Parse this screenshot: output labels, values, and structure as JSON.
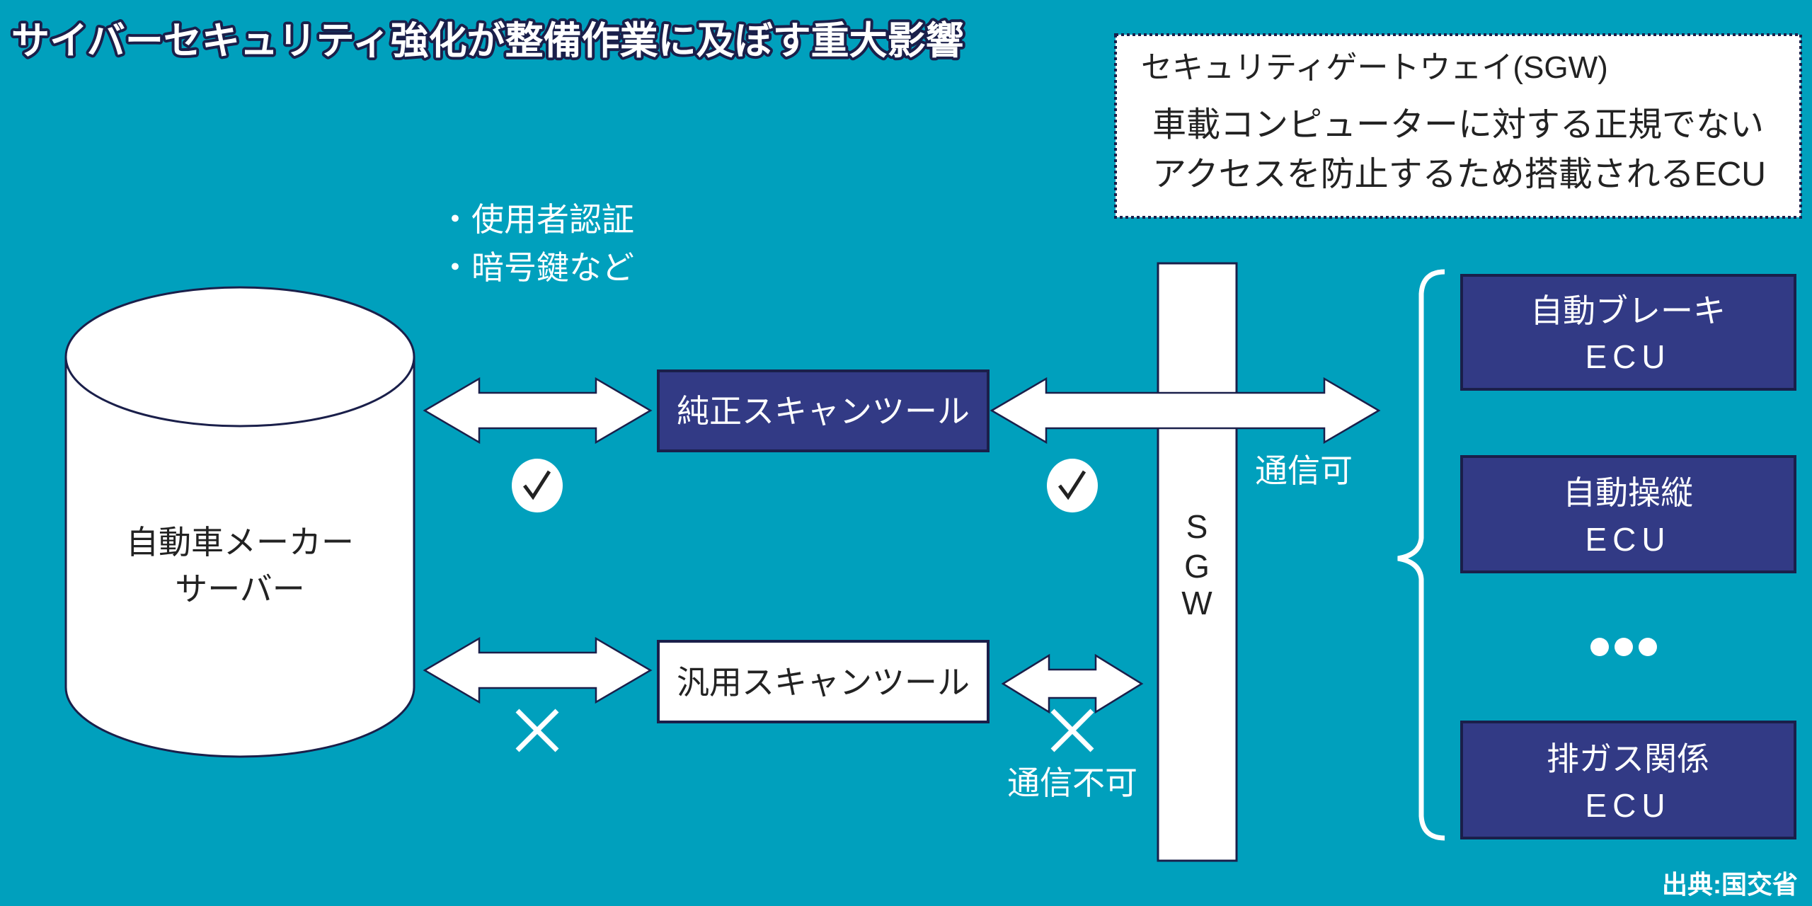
{
  "title": "サイバーセキュリティ強化が整備作業に及ぼす重大影響",
  "info_box": {
    "heading": "セキュリティゲートウェイ(SGW)",
    "lines": [
      "車載コンピューターに対する正規でない",
      "アクセスを防止するため搭載されるECU"
    ]
  },
  "auth_notes": [
    "・使用者認証",
    "・暗号鍵など"
  ],
  "server": {
    "lines": [
      "自動車メーカー",
      "サーバー"
    ]
  },
  "genuine_tool": "純正スキャンツール",
  "generic_tool": "汎用スキャンツール",
  "comm_ok": "通信可",
  "comm_ng": "通信不可",
  "sgw": {
    "letters": [
      "S",
      "G",
      "W"
    ]
  },
  "ecus": [
    {
      "name": "自動ブレーキ",
      "type": "ECU"
    },
    {
      "name": "自動操縦",
      "type": "ECU"
    },
    {
      "name": "排ガス関係",
      "type": "ECU"
    }
  ],
  "source": "出典:国交省",
  "colors": {
    "background": "#00a0bd",
    "navy": "#323a85",
    "border": "#1a1f4a"
  },
  "icons": {
    "ok": "check-circle-icon",
    "ng": "cross-icon",
    "more": "ellipsis-icon"
  }
}
